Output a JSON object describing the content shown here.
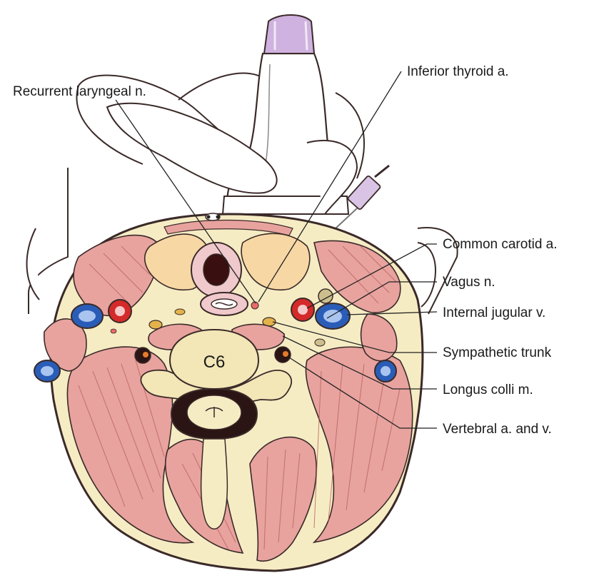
{
  "diagram": {
    "vertebra_label": "C6",
    "labels": {
      "recurrent_laryngeal": "Recurrent laryngeal n.",
      "inferior_thyroid": "Inferior thyroid a.",
      "common_carotid": "Common carotid a.",
      "vagus": "Vagus n.",
      "internal_jugular": "Internal jugular v.",
      "sympathetic_trunk": "Sympathetic trunk",
      "longus_colli": "Longus colli m.",
      "vertebral": "Vertebral a. and v."
    },
    "colors": {
      "muscle": "#e8a39f",
      "fascia": "#f6ecc4",
      "bone": "#f3e6b7",
      "artery": "#d42a2a",
      "vein": "#2a5db8",
      "nerve": "#e3b24a",
      "thyroid": "#f7d7a4",
      "probe_tip": "#c9a8d8"
    }
  }
}
